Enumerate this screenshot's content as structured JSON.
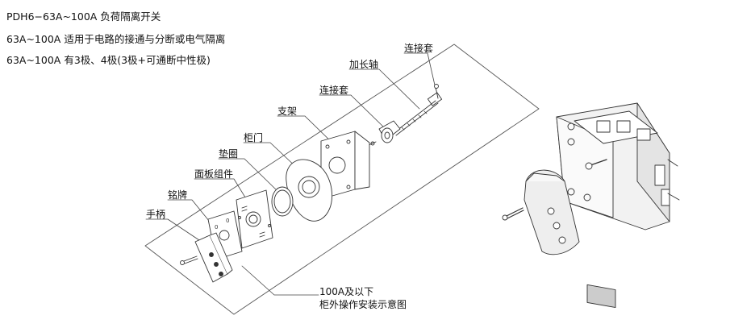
{
  "header": {
    "line1": "PDH6−63A~100A 负荷隔离开关",
    "line2": "63A~100A 适用于电路的接通与分断或电气隔离",
    "line3": "63A~100A 有3极、4极(3极+可通断中性极)"
  },
  "parts": {
    "coupler_top": "连接套",
    "extension_shaft": "加长轴",
    "coupler": "连接套",
    "bracket": "支架",
    "cabinet_door": "柜门",
    "gasket": "垫圈",
    "panel_assembly": "面板组件",
    "nameplate": "铭牌",
    "handle": "手柄"
  },
  "caption": {
    "line1": "100A及以下",
    "line2": "柜外操作安装示意图"
  }
}
